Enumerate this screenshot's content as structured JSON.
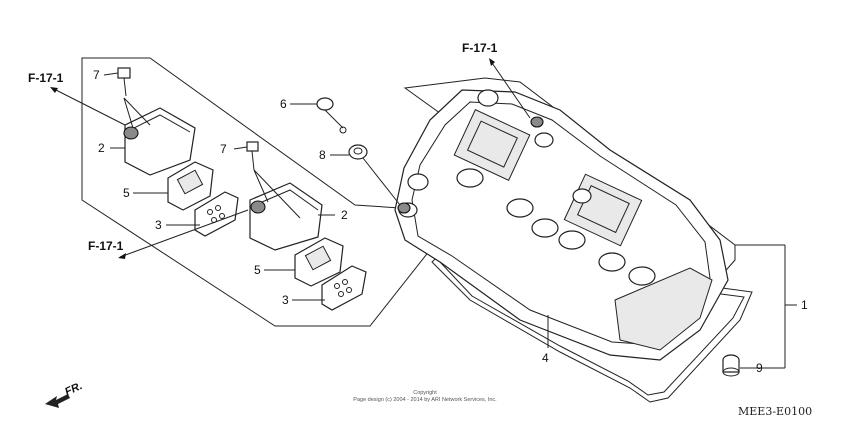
{
  "references": [
    "F-17-1",
    "F-17-1",
    "F-17-1"
  ],
  "callouts": [
    "7",
    "2",
    "5",
    "3",
    "6",
    "8",
    "7",
    "2",
    "5",
    "3",
    "1",
    "4",
    "9"
  ],
  "front_label": "FR.",
  "copyright_line1": "Copyright",
  "copyright_line2": "Page design (c) 2004 - 2014 by ARI Network Services, Inc.",
  "diagram_code": "MEE3-E0100"
}
